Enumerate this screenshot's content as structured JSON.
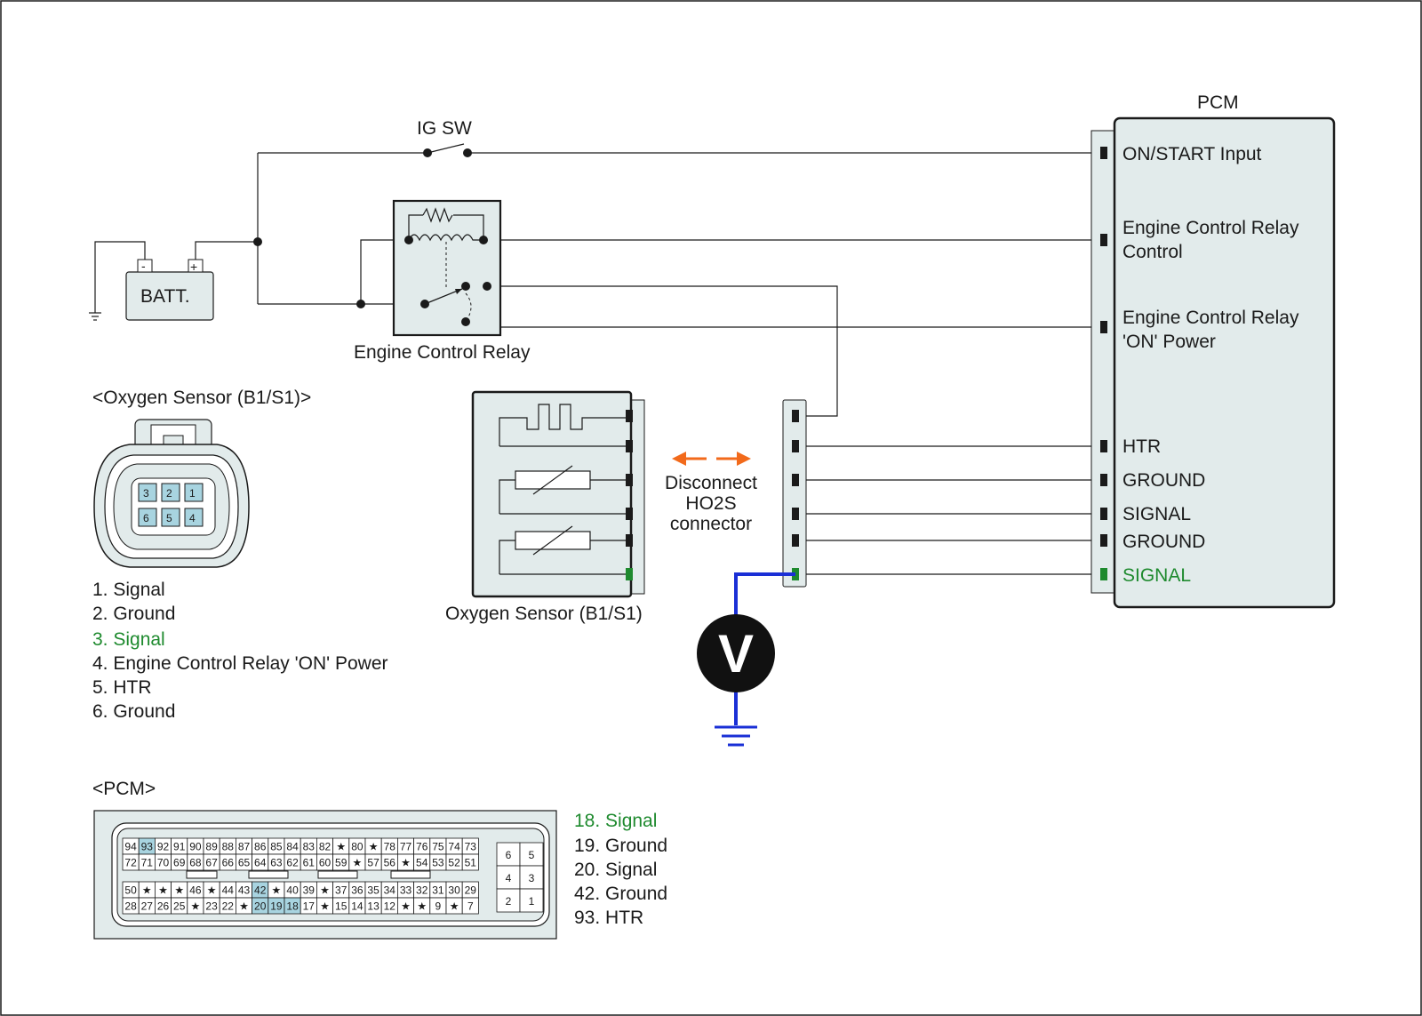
{
  "colors": {
    "highlight_text": "#1e8a2e",
    "probe_wire": "#1a2fd6",
    "arrow": "#f26a1b",
    "connector_fill": "#e2ebeb",
    "pin_highlight": "#a8d4e0"
  },
  "labels": {
    "ig_sw": "IG SW",
    "batt": "BATT.",
    "batt_minus": "-",
    "batt_plus": "+",
    "engine_control_relay": "Engine Control Relay",
    "pcm": "PCM",
    "disconnect_line1": "Disconnect",
    "disconnect_line2": "HO2S",
    "disconnect_line3": "connector",
    "oxygen_sensor_caption": "Oxygen Sensor (B1/S1)",
    "voltmeter": "V"
  },
  "pcm_terminals": {
    "on_start": "ON/START Input",
    "ecr_control_1": "Engine Control Relay",
    "ecr_control_2": "Control",
    "ecr_on_1": "Engine Control Relay",
    "ecr_on_2": "'ON' Power",
    "htr": "HTR",
    "ground1": "GROUND",
    "signal1": "SIGNAL",
    "ground2": "GROUND",
    "signal2": "SIGNAL"
  },
  "sensor_legend": {
    "title": "<Oxygen Sensor (B1/S1)>",
    "items": [
      "1. Signal",
      "2. Ground",
      "3. Signal",
      "4. Engine Control Relay 'ON' Power",
      "5. HTR",
      "6. Ground"
    ],
    "connector_pins_top": [
      "3",
      "2",
      "1"
    ],
    "connector_pins_bottom": [
      "6",
      "5",
      "4"
    ]
  },
  "pcm_legend": {
    "title": "<PCM>",
    "items": [
      "18. Signal",
      "19. Ground",
      "20. Signal",
      "42. Ground",
      "93. HTR"
    ]
  },
  "pcm_connector": {
    "row1": [
      "94",
      "93",
      "92",
      "91",
      "90",
      "89",
      "88",
      "87",
      "86",
      "85",
      "84",
      "83",
      "82",
      "★",
      "80",
      "★",
      "78",
      "77",
      "76",
      "75",
      "74",
      "73"
    ],
    "row2": [
      "72",
      "71",
      "70",
      "69",
      "68",
      "67",
      "66",
      "65",
      "64",
      "63",
      "62",
      "61",
      "60",
      "59",
      "★",
      "57",
      "56",
      "★",
      "54",
      "53",
      "52",
      "51"
    ],
    "row3": [
      "50",
      "★",
      "★",
      "★",
      "46",
      "★",
      "44",
      "43",
      "42",
      "★",
      "40",
      "39",
      "★",
      "37",
      "36",
      "35",
      "34",
      "33",
      "32",
      "31",
      "30",
      "29"
    ],
    "row4": [
      "28",
      "27",
      "26",
      "25",
      "★",
      "23",
      "22",
      "★",
      "20",
      "19",
      "18",
      "17",
      "★",
      "15",
      "14",
      "13",
      "12",
      "★",
      "★",
      "9",
      "★",
      "7"
    ],
    "small": [
      [
        "6",
        "5"
      ],
      [
        "4",
        "3"
      ],
      [
        "2",
        "1"
      ]
    ]
  }
}
